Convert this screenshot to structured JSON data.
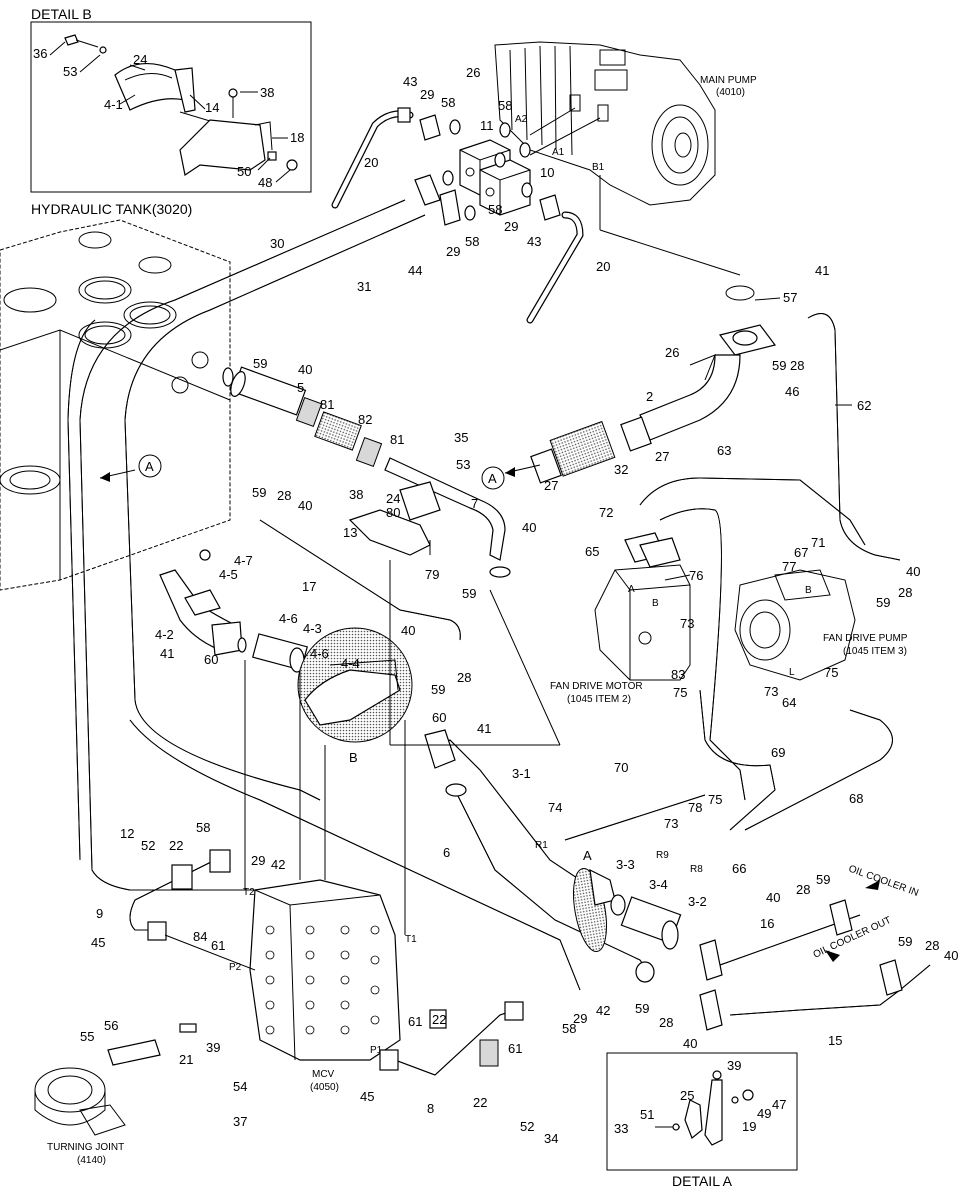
{
  "headings": {
    "detail_b": "DETAIL B",
    "detail_a": "DETAIL A",
    "hydraulic_tank": "HYDRAULIC TANK(3020)",
    "main_pump": "MAIN PUMP",
    "main_pump_ref": "(4010)",
    "fan_drive_pump": "FAN DRIVE PUMP",
    "fan_drive_pump_ref": "(1045 ITEM 3)",
    "fan_drive_motor": "FAN DRIVE MOTOR",
    "fan_drive_motor_ref": "(1045 ITEM 2)",
    "mcv": "MCV",
    "mcv_ref": "(4050)",
    "turning_joint": "TURNING JOINT",
    "turning_joint_ref": "(4140)",
    "oil_cooler_in": "OIL COOLER IN",
    "oil_cooler_out": "OIL COOLER OUT"
  },
  "callouts": [
    {
      "id": "c-a-left",
      "text": "A"
    },
    {
      "id": "c-a-mid",
      "text": "A"
    }
  ],
  "section_marks": {
    "a": "A",
    "b": "B"
  },
  "port_labels": [
    "A2",
    "A1",
    "B1",
    "A",
    "B",
    "L",
    "B",
    "R1",
    "R9",
    "R8",
    "T2",
    "T1",
    "P2",
    "P1"
  ],
  "part_labels": {
    "detail_b": [
      "36",
      "53",
      "24",
      "4-1",
      "14",
      "38",
      "18",
      "50",
      "48"
    ],
    "top": [
      "26",
      "43",
      "29",
      "58",
      "58",
      "11",
      "10",
      "58",
      "29",
      "43",
      "20",
      "20",
      "44",
      "29",
      "58",
      "30",
      "31",
      "57",
      "41",
      "26",
      "59",
      "28",
      "46",
      "62"
    ],
    "middle": [
      "59",
      "40",
      "5",
      "81",
      "82",
      "81",
      "35",
      "53",
      "2",
      "27",
      "32",
      "27",
      "38",
      "24",
      "7",
      "80",
      "40",
      "13",
      "79",
      "59",
      "28",
      "40",
      "17",
      "59",
      "63",
      "72",
      "65",
      "76",
      "71",
      "67",
      "77",
      "40",
      "59",
      "28",
      "73",
      "83",
      "75",
      "73",
      "64",
      "75"
    ],
    "left_mid": [
      "4-7",
      "4-5",
      "4-6",
      "4-3",
      "4-2",
      "41",
      "60",
      "4-6",
      "4-4",
      "40",
      "28",
      "59",
      "60",
      "41"
    ],
    "lower": [
      "3-1",
      "70",
      "69",
      "68",
      "74",
      "6",
      "73",
      "78",
      "75",
      "66",
      "3-3",
      "3-4",
      "3-2",
      "59",
      "28",
      "40",
      "16",
      "59",
      "28",
      "40",
      "15",
      "40",
      "28",
      "29",
      "58",
      "42",
      "59",
      "12",
      "52",
      "22",
      "58",
      "29",
      "42",
      "9",
      "45",
      "84",
      "61",
      "56",
      "55",
      "39",
      "21",
      "61",
      "22",
      "54",
      "37",
      "45",
      "8",
      "22",
      "61",
      "52",
      "34"
    ],
    "detail_a": [
      "39",
      "25",
      "47",
      "49",
      "51",
      "33",
      "19"
    ]
  }
}
